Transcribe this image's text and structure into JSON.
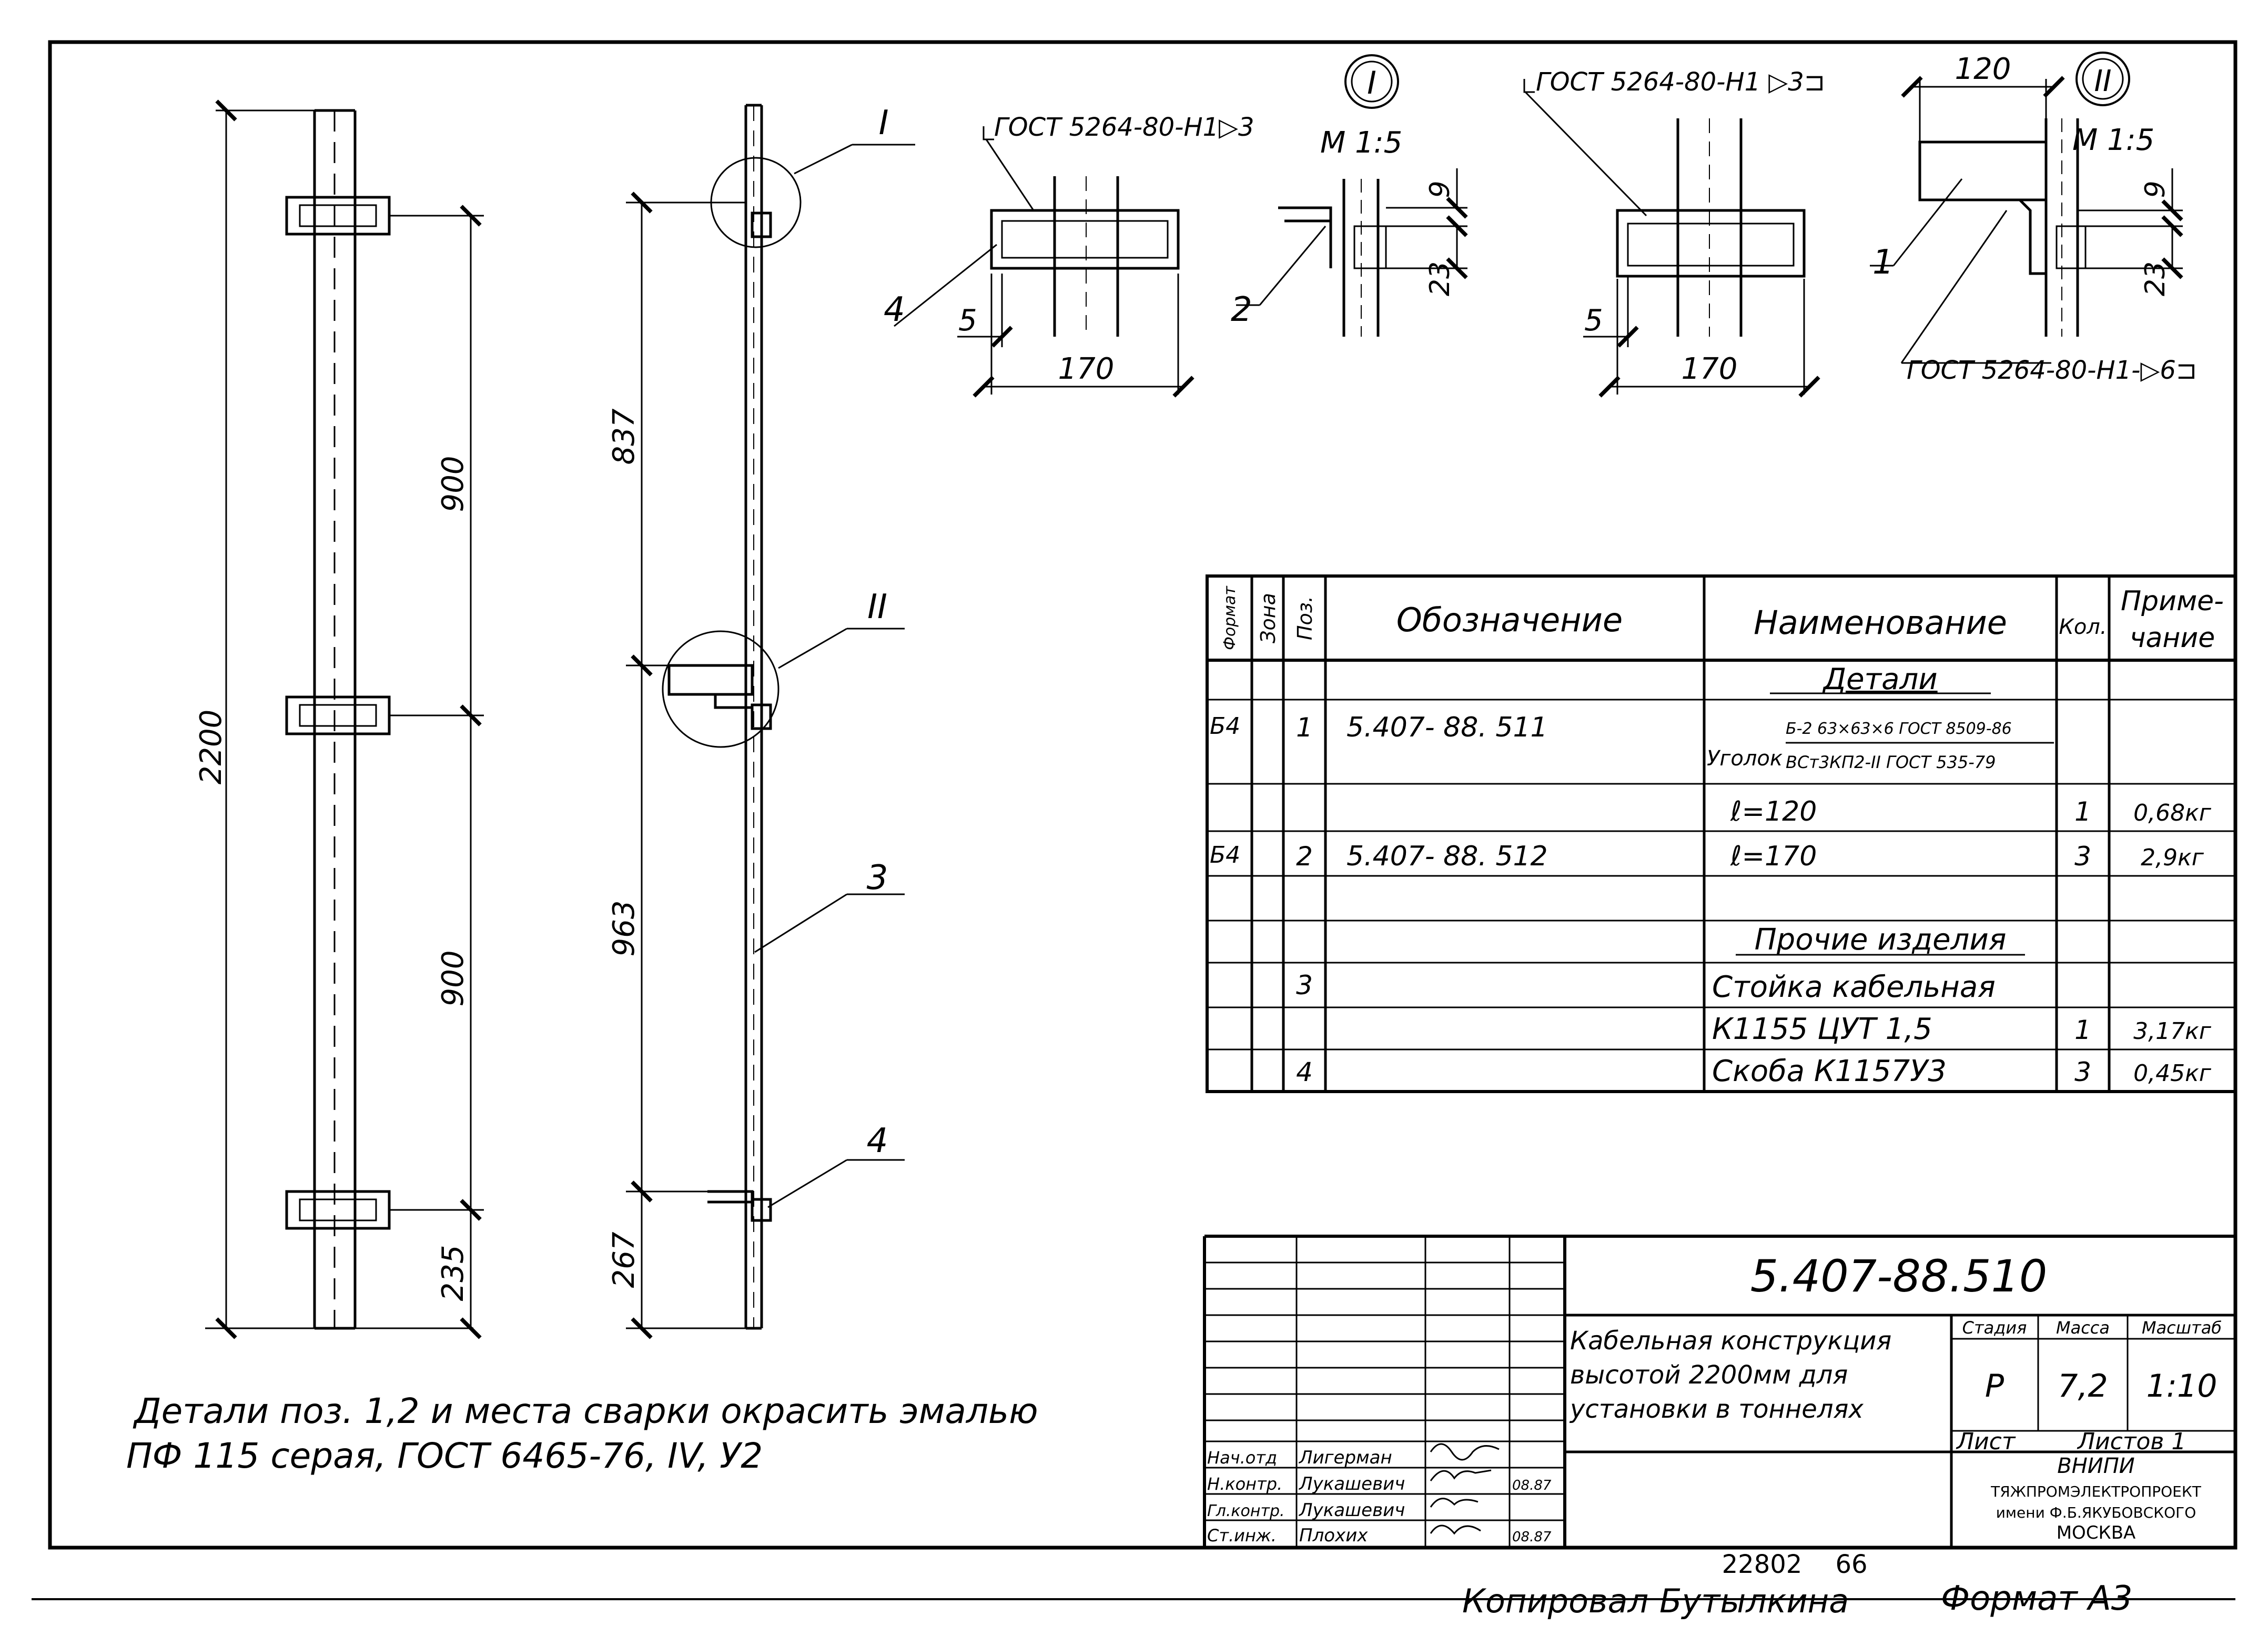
{
  "views": {
    "side": {
      "overall": "2200",
      "spacing_top": "900",
      "spacing_bottom": "900",
      "bottom_offset": "235"
    },
    "front": {
      "dim_top": "837",
      "dim_mid": "963",
      "dim_bottom": "267",
      "callout_I": "I",
      "callout_II": "II",
      "pos3": "3",
      "pos4": "4"
    },
    "detail_I": {
      "title": "I",
      "scale": "М 1:5",
      "weld_note": "ГОСТ 5264-80-Н1▷3",
      "width": "170",
      "offset": "5",
      "pos4": "4",
      "pos2": "2",
      "dim_a": "9",
      "dim_b": "23"
    },
    "detail_II": {
      "title": "II",
      "scale": "М 1:5",
      "weld_note_top": "ГОСТ 5264-80-Н1 ▷3⊐",
      "weld_note_bottom": "ГОСТ 5264-80-Н1-▷6⊐",
      "width": "170",
      "offset": "5",
      "length": "120",
      "pos1": "1",
      "dim_a": "9",
      "dim_b": "23"
    }
  },
  "spec_table": {
    "headers": {
      "format": "Формат",
      "zone": "Зона",
      "pos": "Поз.",
      "designation": "Обозначение",
      "name": "Наименование",
      "qty": "Кол.",
      "note_1": "Приме-",
      "note_2": "чание"
    },
    "section_details": "Детали",
    "section_other": "Прочие изделия",
    "row1": {
      "format": "Б4",
      "pos": "1",
      "designation": "5.407- 88. 511",
      "name_prefix": "Уголок",
      "name_top": "Б-2 63×63×6 ГОСТ 8509-86",
      "name_bottom": "ВСт3КП2-II ГОСТ 535-79"
    },
    "row1b": {
      "name": "ℓ=120",
      "qty": "1",
      "note": "0,68кг"
    },
    "row2": {
      "format": "Б4",
      "pos": "2",
      "designation": "5.407- 88. 512",
      "name": "ℓ=170",
      "qty": "3",
      "note": "2,9кг"
    },
    "row3": {
      "pos": "3",
      "name_1": "Стойка кабельная",
      "name_2": "К1155 ЦУТ 1,5",
      "qty": "1",
      "note": "3,17кг"
    },
    "row4": {
      "pos": "4",
      "name": "Скоба К1157У3",
      "qty": "3",
      "note": "0,45кг"
    }
  },
  "title_block": {
    "code": "5.407-88.510",
    "title_1": "Кабельная конструкция",
    "title_2": "высотой 2200мм для",
    "title_3": "установки в тоннелях",
    "stage_label": "Стадия",
    "mass_label": "Масса",
    "scale_label": "Масштаб",
    "stage": "Р",
    "mass": "7,2",
    "scale": "1:10",
    "sheet_label": "Лист",
    "sheets_label": "Листов 1",
    "org_1": "ВНИПИ",
    "org_2": "ТЯЖПРОМЭЛЕКТРОПРОЕКТ",
    "org_3": "имени Ф.Б.ЯКУБОВСКОГО",
    "org_4": "МОСКВА",
    "signatures": [
      {
        "role": "Нач.отд",
        "name": "Лигерман",
        "date": ""
      },
      {
        "role": "Н.контр.",
        "name": "Лукашевич",
        "date": "08.87"
      },
      {
        "role": "Гл.контр.",
        "name": "Лукашевич",
        "date": ""
      },
      {
        "role": "Ст.инж.",
        "name": "Плохих",
        "date": "08.87"
      }
    ]
  },
  "notes": {
    "line1": "Детали поз. 1,2 и места сварки окрасить эмалью",
    "line2": "ПФ 115 серая, ГОСТ 6465-76, IV, У2"
  },
  "footer": {
    "archive_no": "22802",
    "page_no": "66",
    "copied": "Копировал",
    "copier": "Бутылкина",
    "format": "Формат А3"
  }
}
